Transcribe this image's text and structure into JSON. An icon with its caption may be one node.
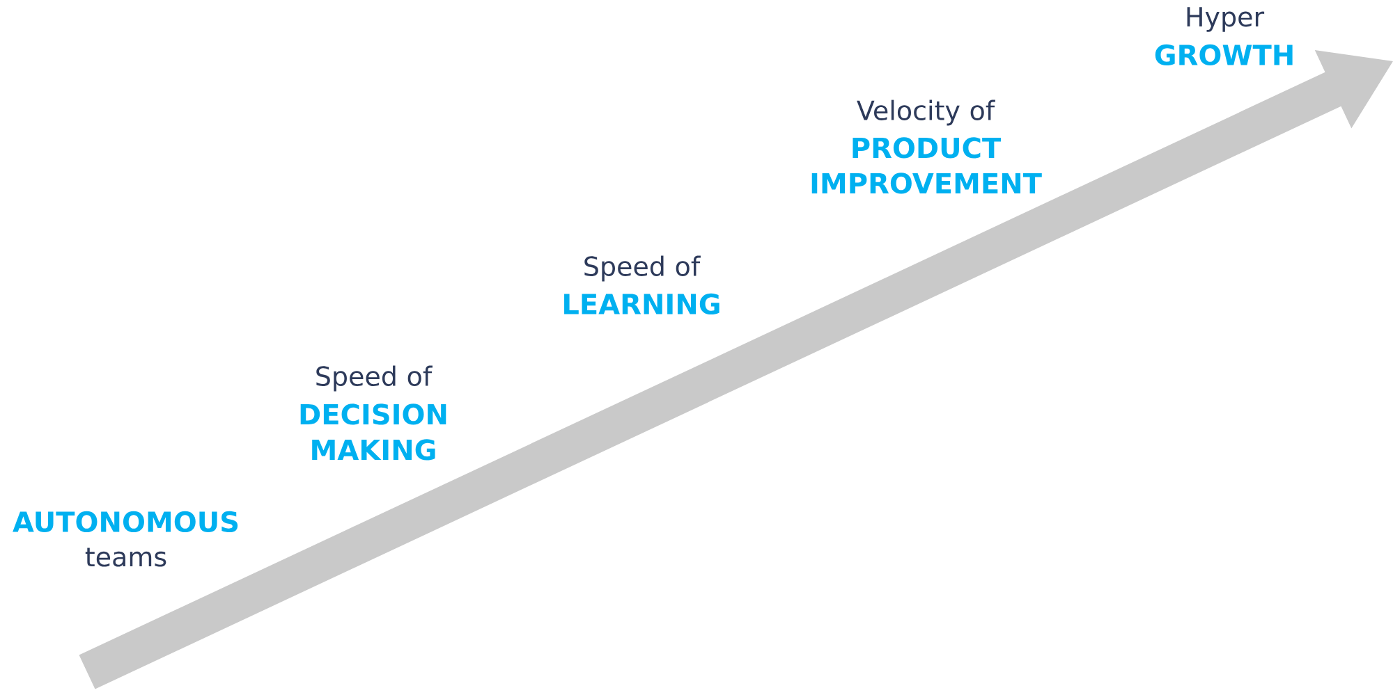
{
  "diagram": {
    "labels": [
      "AUTONOMOUS",
      "teams",
      "Speed of",
      "DECISION MAKING",
      "Speed of",
      "LEARNING",
      "Velocity of",
      "PRODUCT IMPROVEMENT",
      "Hyper",
      "GROWTH"
    ]
  }
}
